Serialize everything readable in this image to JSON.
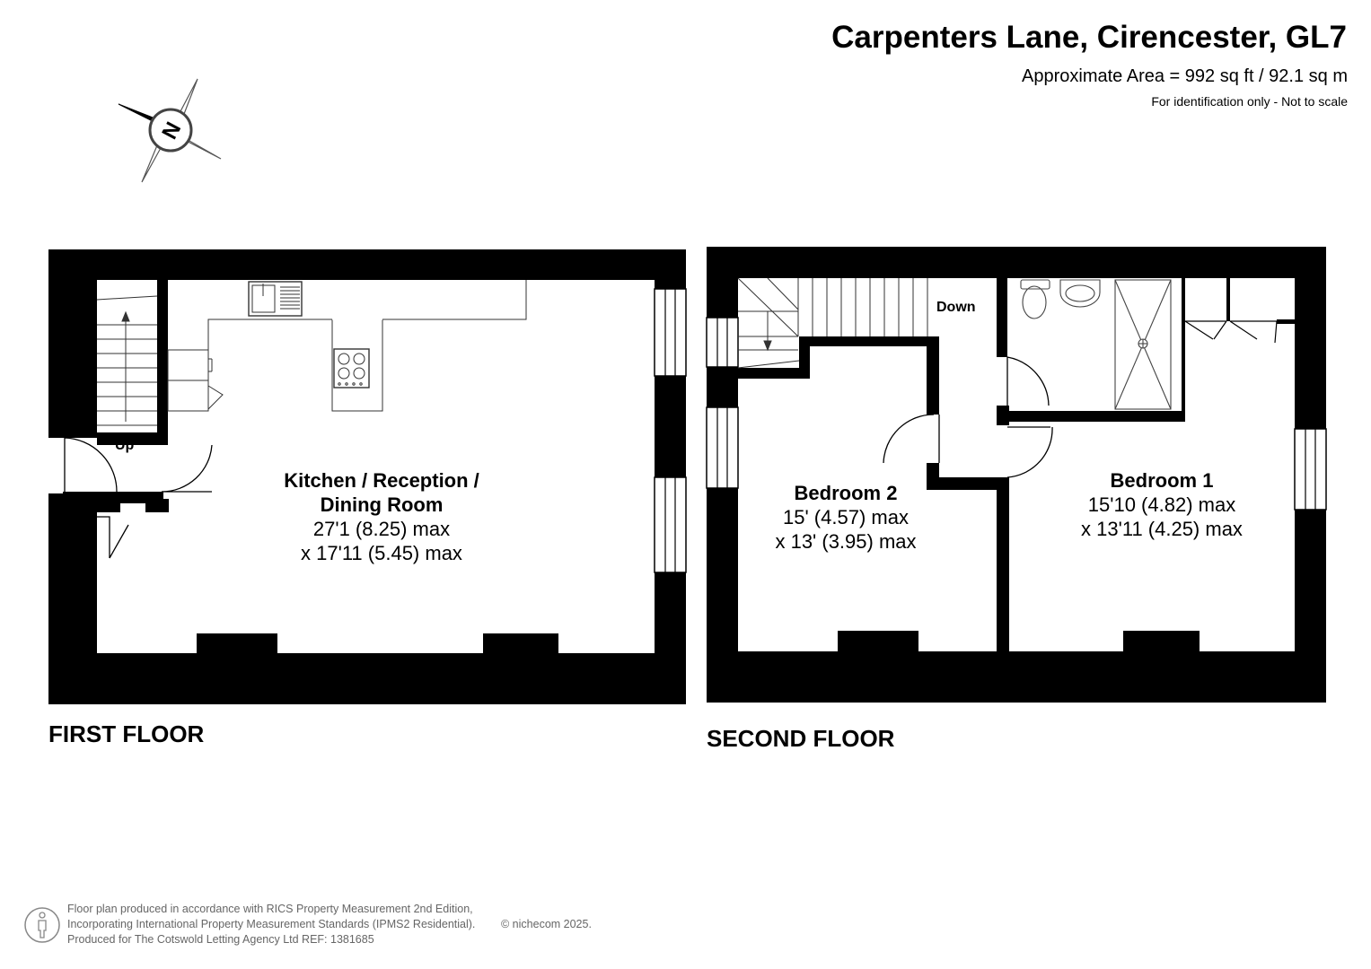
{
  "header": {
    "title": "Carpenters Lane, Cirencester, GL7",
    "area": "Approximate Area = 992 sq ft / 92.1 sq m",
    "note": "For identification only - Not to scale"
  },
  "compass": {
    "north_letter": "N",
    "icon": "compass-icon"
  },
  "floors": {
    "first": {
      "label": "FIRST FLOOR",
      "stairs_label": "Up",
      "room": {
        "name_line1": "Kitchen / Reception /",
        "name_line2": "Dining Room",
        "dim1": "27'1 (8.25) max",
        "dim2": "x 17'11 (5.45) max"
      }
    },
    "second": {
      "label": "SECOND FLOOR",
      "stairs_label": "Down",
      "bedroom2": {
        "name": "Bedroom 2",
        "dim1": "15' (4.57) max",
        "dim2": "x 13' (3.95) max"
      },
      "bedroom1": {
        "name": "Bedroom 1",
        "dim1": "15'10 (4.82) max",
        "dim2": "x 13'11 (4.25) max"
      }
    }
  },
  "footer": {
    "line1": "Floor plan produced in accordance with RICS Property Measurement 2nd Edition,",
    "line2": "Incorporating International Property Measurement Standards (IPMS2 Residential).",
    "line3": "Produced for The Cotswold Letting Agency Ltd  REF: 1381685",
    "copyright": "© nichecom 2025."
  },
  "colors": {
    "wall": "#000000",
    "background": "#ffffff",
    "fixture": "#555555",
    "footer_text": "#666666"
  }
}
